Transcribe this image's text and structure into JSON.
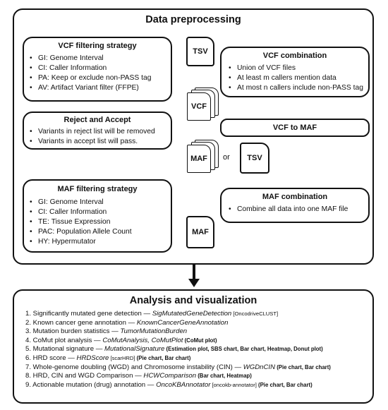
{
  "preprocessing": {
    "title": "Data preprocessing",
    "vcf_filtering": {
      "title": "VCF filtering strategy",
      "items": [
        "GI: Genome Interval",
        "CI: Caller Information",
        "PA: Keep or exclude non-PASS tag",
        "AV: Artifact Variant filter (FFPE)"
      ]
    },
    "reject_accept": {
      "title": "Reject and Accept",
      "items": [
        "Variants in reject list will be removed",
        "Variants in accept list will pass."
      ]
    },
    "maf_filtering": {
      "title": "MAF filtering strategy",
      "items": [
        "GI: Genome Interval",
        "CI: Caller Information",
        "TE: Tissue Expression",
        "PAC: Population Allele Count",
        "HY: Hypermutator"
      ]
    },
    "vcf_combination": {
      "title": "VCF combination",
      "items": [
        "Union of VCF files",
        "At least m callers mention data",
        "At most n callers include non-PASS tag"
      ]
    },
    "vcf_to_maf": {
      "title": "VCF to MAF"
    },
    "maf_combination": {
      "title": "MAF combination",
      "items": [
        "Combine all data into one MAF file"
      ]
    },
    "docs": {
      "tsv_top": "TSV",
      "vcf": "VCF",
      "maf_mid": "MAF",
      "or": "or",
      "tsv_mid": "TSV",
      "maf_bottom": "MAF"
    }
  },
  "analysis": {
    "title": "Analysis and visualization",
    "items": [
      {
        "prefix": "1. Significantly mutated gene detection — ",
        "func": "SigMutatedGeneDetection",
        "tag": " [OncodriveCLUST]",
        "extra": ""
      },
      {
        "prefix": "2. Known cancer gene annotation — ",
        "func": "KnownCancerGeneAnnotation",
        "tag": "",
        "extra": ""
      },
      {
        "prefix": "3. Mutation burden statistics — ",
        "func": "TumorMutationBurden",
        "tag": "",
        "extra": ""
      },
      {
        "prefix": "4. CoMut plot analysis — ",
        "func": "CoMutAnalysis, CoMutPlot",
        "tag": "",
        "extra": " (CoMut plot)"
      },
      {
        "prefix": "5. Mutational signature — ",
        "func": "MutationalSignature",
        "tag": "",
        "extra": " (Estimation plot, SBS chart, Bar chart, Heatmap, Donut plot)"
      },
      {
        "prefix": "6. HRD score — ",
        "func": "HRDScore",
        "tag": " [scarHRD]",
        "extra": " (Pie chart, Bar chart)"
      },
      {
        "prefix": "7. Whole-genome doubling (WGD) and Chromosome instability (CIN) — ",
        "func": "WGDnCIN",
        "tag": "",
        "extra": " (Pie chart, Bar chart)"
      },
      {
        "prefix": "8. HRD, CIN and WGD Comparison — ",
        "func": "HCWComparison",
        "tag": "",
        "extra": " (Bar chart, Heatmap)"
      },
      {
        "prefix": "9. Actionable mutation (drug) annotation — ",
        "func": "OncoKBAnnotator",
        "tag": " [oncokb-annotator]",
        "extra": " (Pie chart, Bar chart)"
      }
    ]
  }
}
